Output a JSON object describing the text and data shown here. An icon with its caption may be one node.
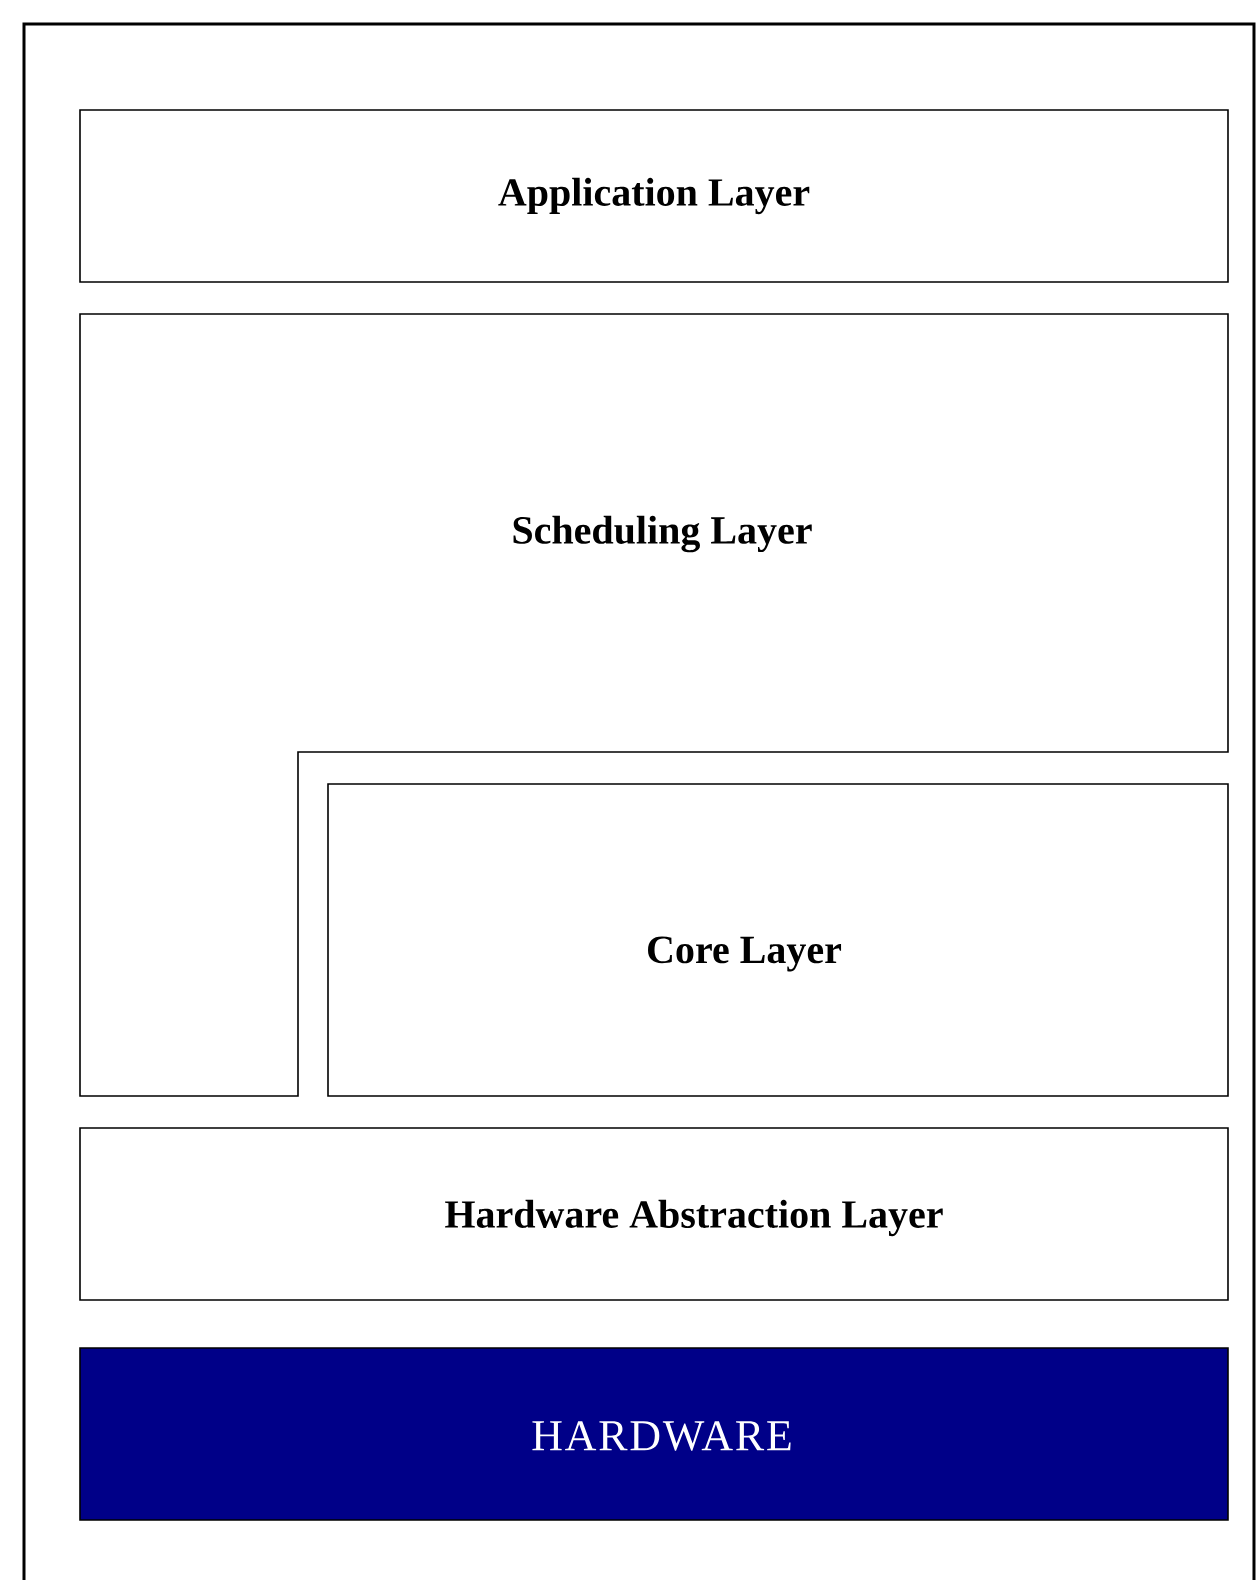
{
  "diagram": {
    "nodes": [
      {
        "text": [
          "Application Layer"
        ]
      },
      {
        "text": [
          "Scheduling Layer"
        ]
      },
      {
        "text": [
          "Core Layer"
        ]
      },
      {
        "text": [
          "Hardware Abstraction Layer"
        ]
      },
      {
        "text": [
          "HARDWARE"
        ]
      }
    ]
  }
}
